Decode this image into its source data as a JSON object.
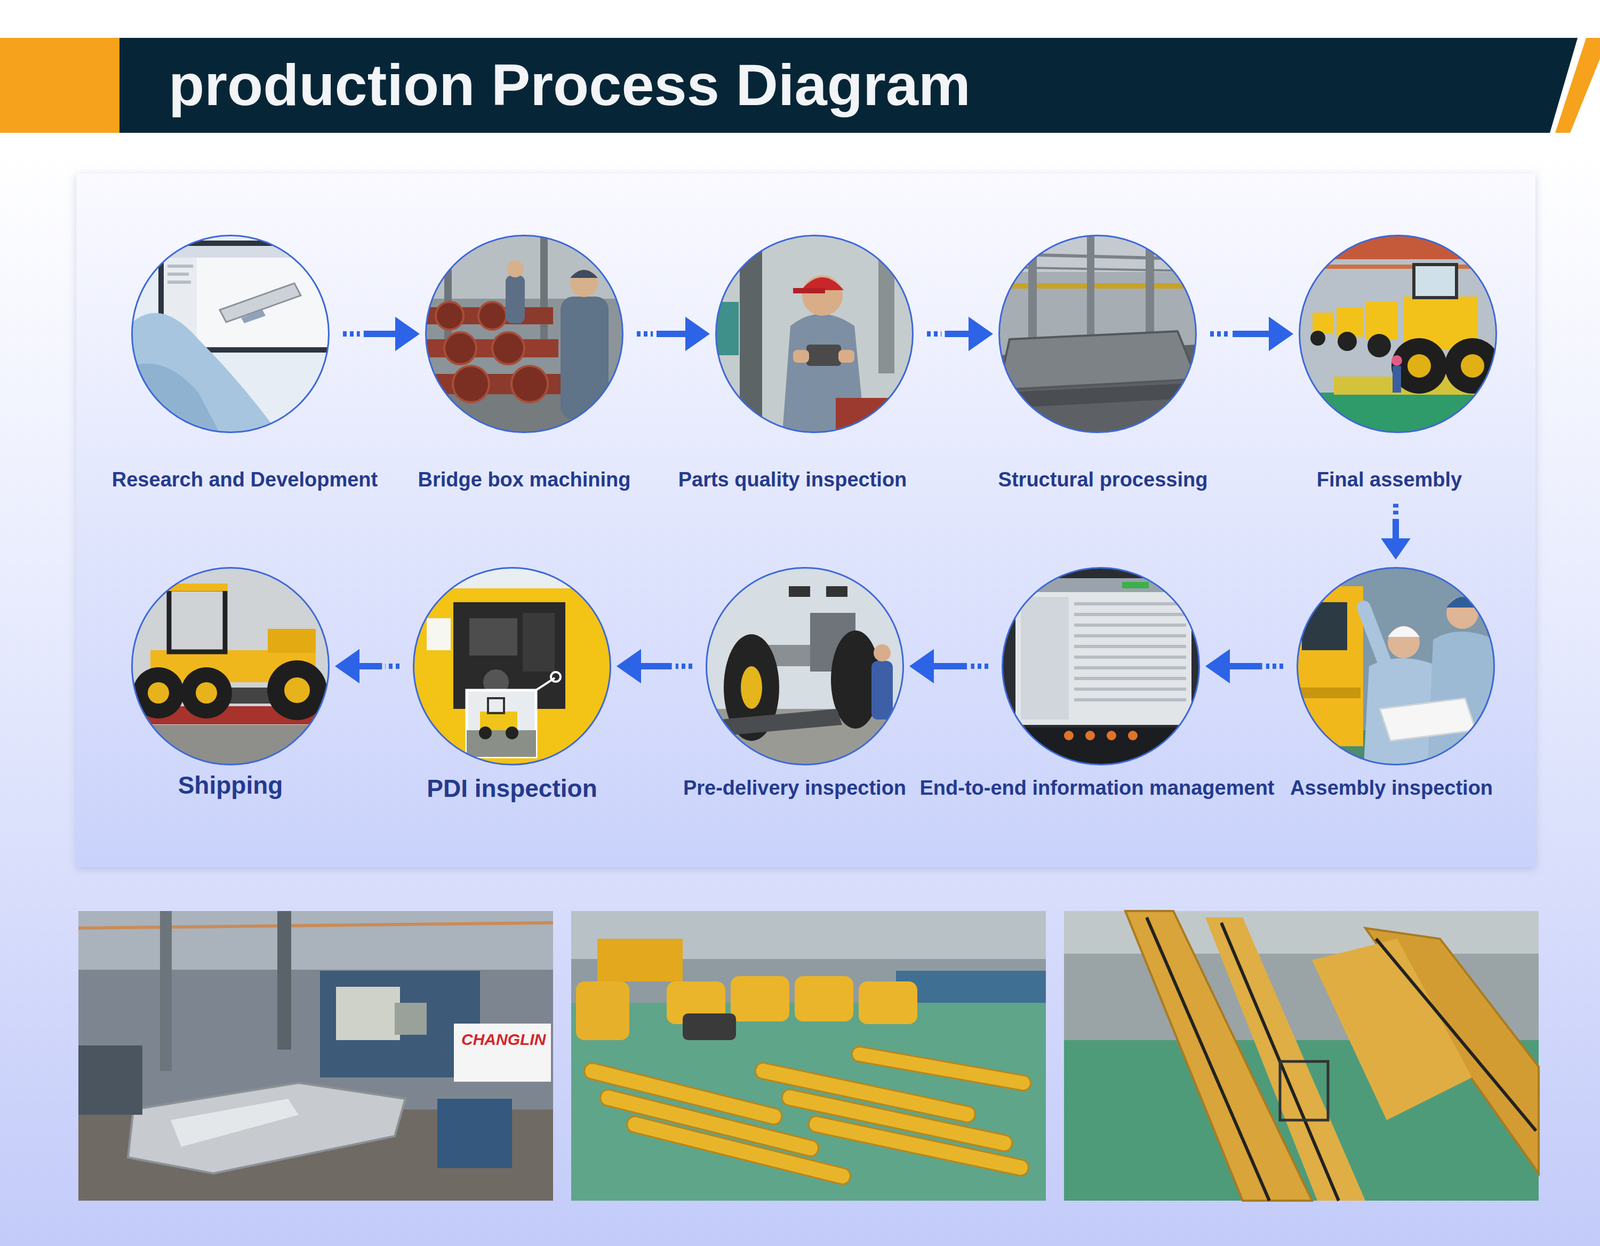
{
  "diagram": {
    "title": "production Process Diagram",
    "nodes": [
      {
        "text": [
          "Research and Development"
        ]
      },
      {
        "text": [
          "Bridge box machining"
        ]
      },
      {
        "text": [
          "Parts quality inspection"
        ]
      },
      {
        "text": [
          "Structural processing"
        ]
      },
      {
        "text": [
          "Final assembly"
        ]
      },
      {
        "text": [
          "Assembly inspection"
        ]
      },
      {
        "text": [
          "End-to-end information management"
        ]
      },
      {
        "text": [
          "Pre-delivery inspection"
        ]
      },
      {
        "text": [
          "PDI inspection"
        ]
      },
      {
        "text": [
          "Shipping"
        ]
      }
    ],
    "edges": [
      {
        "from": 0,
        "to": 1,
        "arrow": "to"
      },
      {
        "from": 1,
        "to": 2,
        "arrow": "to"
      },
      {
        "from": 2,
        "to": 3,
        "arrow": "to"
      },
      {
        "from": 3,
        "to": 4,
        "arrow": "to"
      },
      {
        "from": 4,
        "to": 5,
        "arrow": "to"
      },
      {
        "from": 5,
        "to": 6,
        "arrow": "to"
      },
      {
        "from": 6,
        "to": 7,
        "arrow": "to"
      },
      {
        "from": 7,
        "to": 8,
        "arrow": "to"
      },
      {
        "from": 8,
        "to": 9,
        "arrow": "to"
      }
    ],
    "labels": [
      "CHANGLIN"
    ]
  }
}
